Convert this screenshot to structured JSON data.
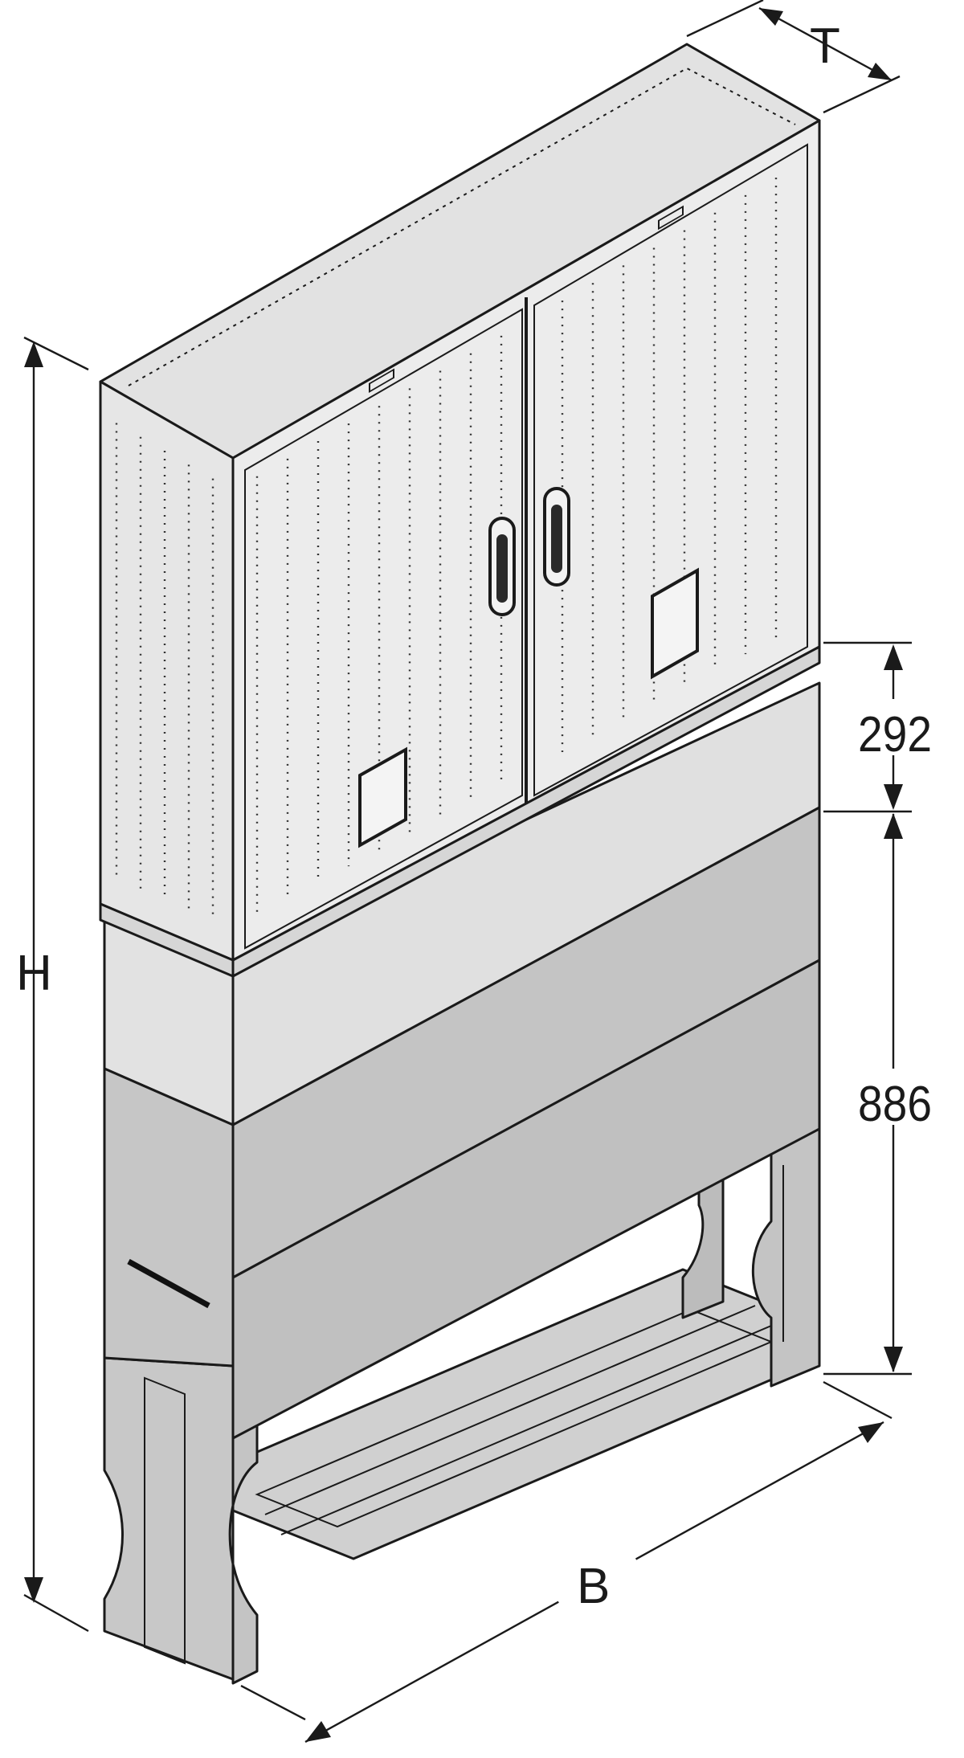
{
  "diagram": {
    "dimensions": {
      "depth_label": "T",
      "height_label": "H",
      "width_label": "B",
      "upper_base_height": "292",
      "lower_base_height": "886"
    }
  },
  "colors": {
    "cabinet_face": "#ececec",
    "cabinet_top": "#e2e2e2",
    "cabinet_side": "#e6e6e6",
    "light_band": "#e0e0e0",
    "dark_band": "#c4c4c4",
    "frame_floor": "#d0d0d0",
    "frame_inner": "#b6b6b6",
    "line": "#1a1a1a"
  }
}
